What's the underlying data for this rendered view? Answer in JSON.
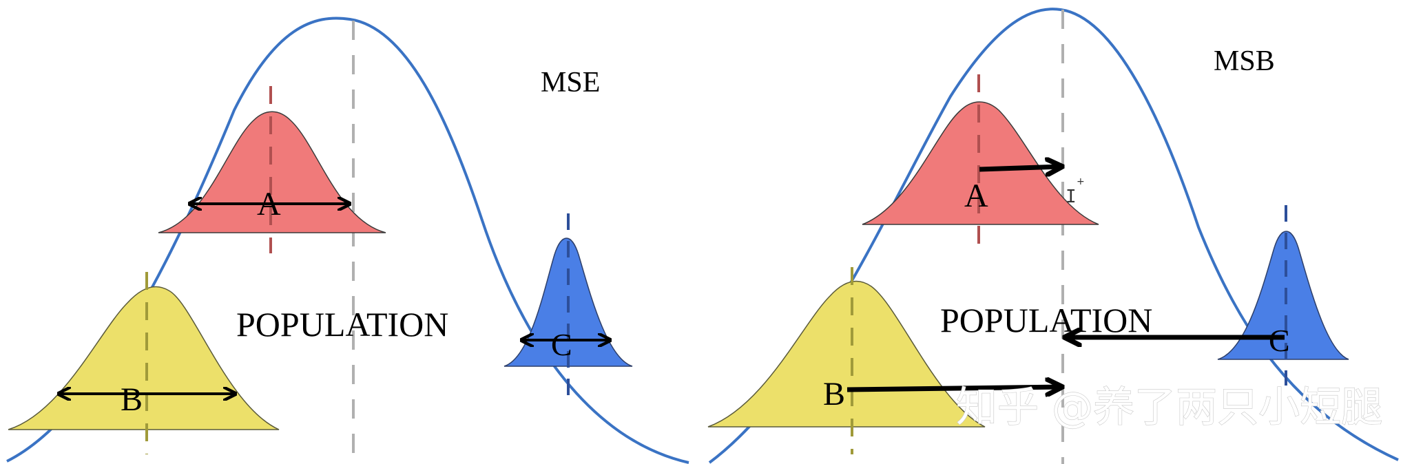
{
  "left_panel": {
    "title": "MSE",
    "population_label": "POPULATION",
    "group_a_label": "A",
    "group_b_label": "B",
    "group_c_label": "C"
  },
  "right_panel": {
    "title": "MSB",
    "population_label": "POPULATION",
    "group_a_label": "A",
    "group_b_label": "B",
    "group_c_label": "C"
  },
  "watermark": "知乎 @养了两只小短腿",
  "colors": {
    "population_curve": "#3a73c4",
    "group_a": "#f07a7a",
    "group_b": "#ece06a",
    "group_c": "#4a7fe6",
    "mean_line_a": "#b05050",
    "mean_line_b": "#a09a3a",
    "mean_line_c": "#2d4f9a",
    "mean_line_population": "#b0b0b0",
    "arrow": "#000000"
  }
}
